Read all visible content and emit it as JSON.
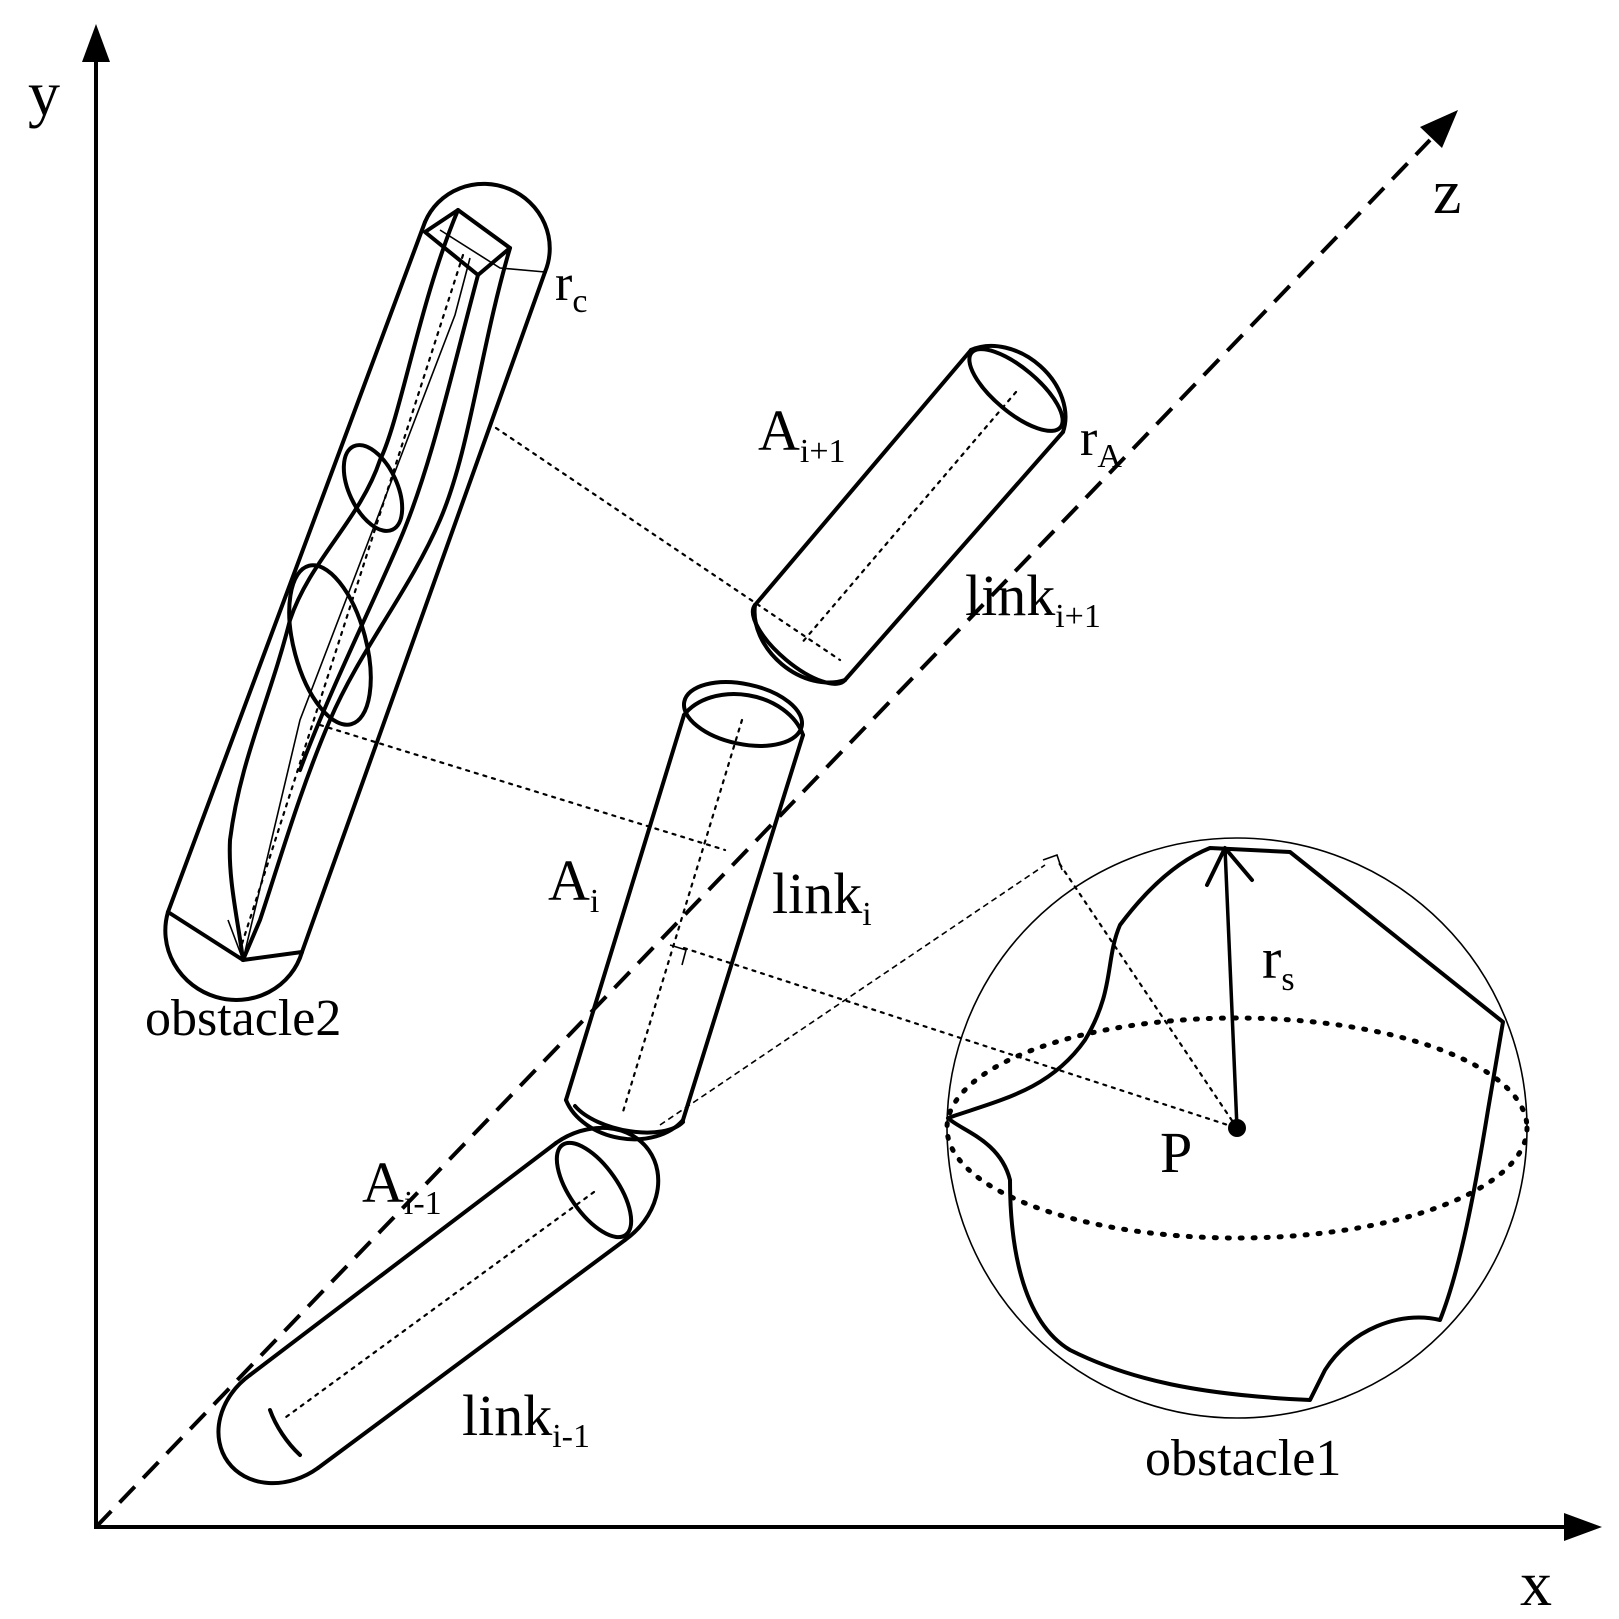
{
  "axes": {
    "x": "x",
    "y": "y",
    "z": "z"
  },
  "labels": {
    "r_c": {
      "main": "r",
      "sub": "c"
    },
    "A_i_plus_1": {
      "main": "A",
      "sub": "i+1"
    },
    "r_A": {
      "main": "r",
      "sub": "A"
    },
    "link_i_plus_1": {
      "main": "link",
      "sub": "i+1"
    },
    "A_i": {
      "main": "A",
      "sub": "i"
    },
    "link_i": {
      "main": "link",
      "sub": "i"
    },
    "A_i_minus_1": {
      "main": "A",
      "sub": "i-1"
    },
    "link_i_minus_1": {
      "main": "link",
      "sub": "i-1"
    },
    "r_s": {
      "main": "r",
      "sub": "s"
    },
    "P": "P",
    "obstacle1": "obstacle1",
    "obstacle2": "obstacle2"
  }
}
